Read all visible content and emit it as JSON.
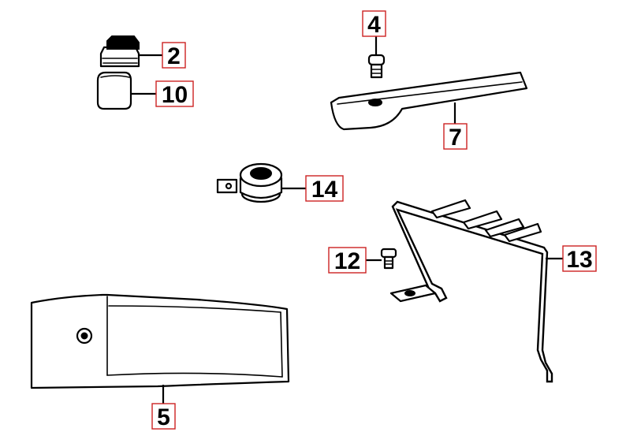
{
  "colors": {
    "callout_border": "#cc2222",
    "line": "#000000",
    "background": "#ffffff"
  },
  "callouts": [
    {
      "id": "2",
      "label": "2"
    },
    {
      "id": "10",
      "label": "10"
    },
    {
      "id": "4",
      "label": "4"
    },
    {
      "id": "7",
      "label": "7"
    },
    {
      "id": "14",
      "label": "14"
    },
    {
      "id": "12",
      "label": "12"
    },
    {
      "id": "13",
      "label": "13"
    },
    {
      "id": "5",
      "label": "5"
    }
  ]
}
